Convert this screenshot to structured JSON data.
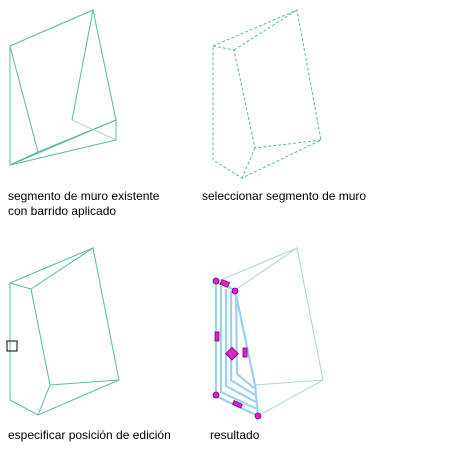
{
  "colors": {
    "wall_edge": "#5cb8a3",
    "wall_edge_light": "#a9d8d0",
    "sweep_stripe": "#9fd0ee",
    "grip_fill": "#e020c8",
    "grip_stroke": "#7a0070",
    "marker_stroke": "#000000",
    "caption_text": "#000000"
  },
  "captions": {
    "panel1_line1": "segmento de muro existente",
    "panel1_line2": "con barrido aplicado",
    "panel2": "seleccionar segmento de muro",
    "panel3": "especificar posición de edición",
    "panel4": "resultado"
  }
}
